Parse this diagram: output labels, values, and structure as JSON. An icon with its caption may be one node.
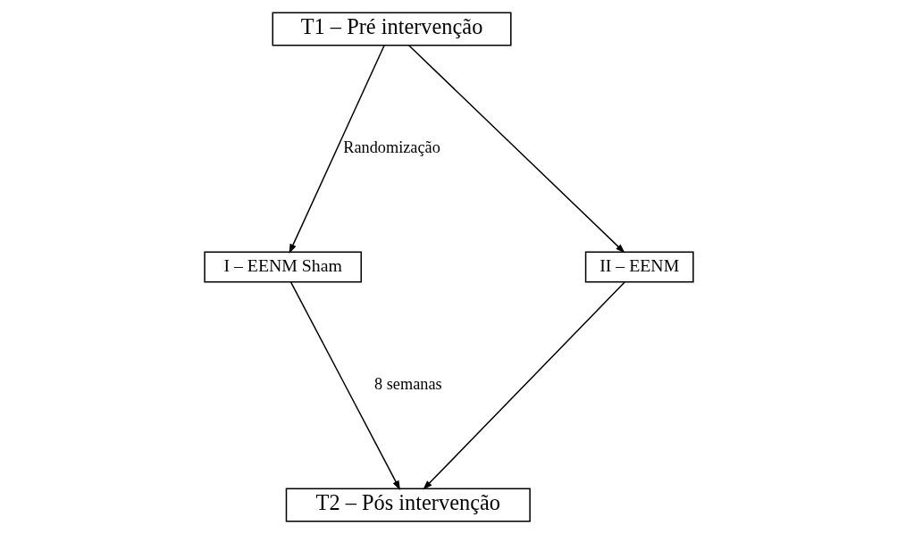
{
  "diagram": {
    "nodes": [
      {
        "text": [
          "T1 – Pré intervenção"
        ]
      },
      {
        "text": [
          "I – EENM Sham"
        ]
      },
      {
        "text": [
          "II – EENM"
        ]
      },
      {
        "text": [
          "T2 – Pós intervenção"
        ]
      }
    ],
    "edges": [
      {
        "from": 0,
        "to": 1,
        "arrow": "to"
      },
      {
        "from": 0,
        "to": 2,
        "arrow": "to"
      },
      {
        "from": 1,
        "to": 3,
        "arrow": "to"
      },
      {
        "from": 2,
        "to": 3,
        "arrow": "to"
      }
    ],
    "labels": [
      "Randomização",
      "8 semanas"
    ]
  }
}
